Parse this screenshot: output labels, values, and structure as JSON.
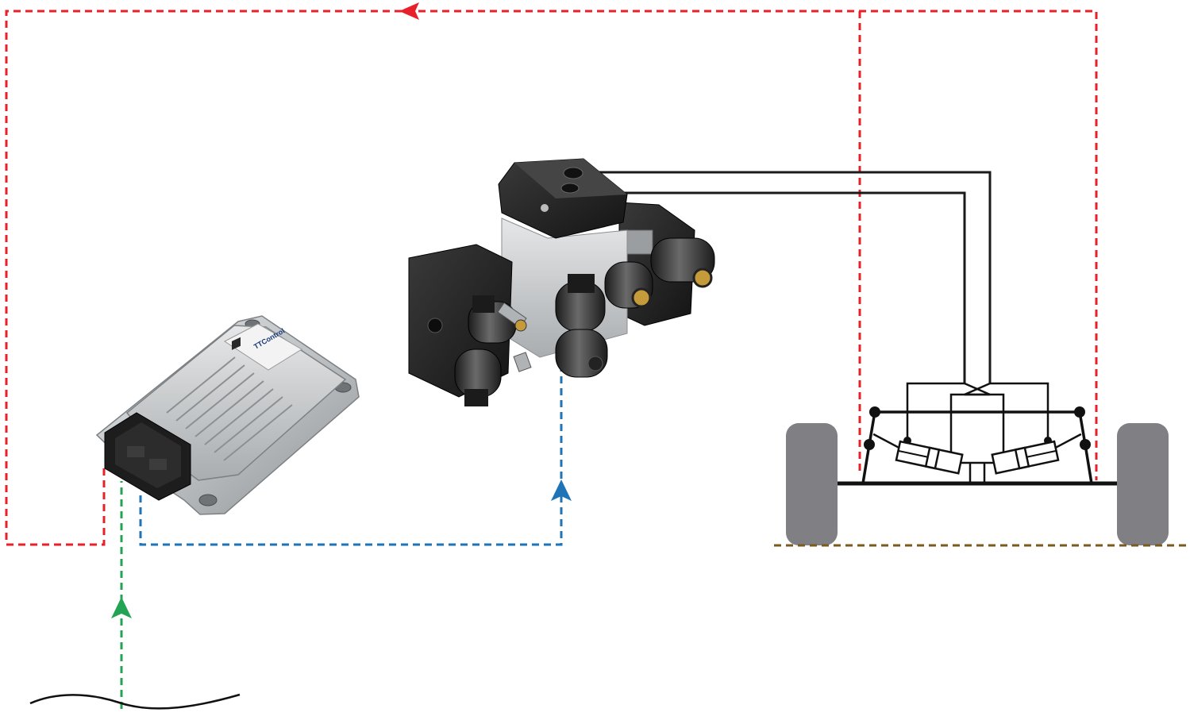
{
  "components": {
    "controller": {
      "name": "electronic-control-unit",
      "label_text": "TTControl",
      "connector": "black-connector"
    },
    "valve_block": {
      "name": "hydraulic-valve-block"
    },
    "chassis": {
      "name": "axle-with-hydraulic-cylinders"
    },
    "sensor_wave": {
      "name": "input-signal-wave"
    }
  },
  "lines": {
    "feedback": {
      "color": "#e8202a",
      "style": "dashed"
    },
    "command": {
      "color": "#1f73b7",
      "style": "dashed"
    },
    "input": {
      "color": "#23a455",
      "style": "dashed"
    },
    "hydraulic": {
      "color": "#1a1a1a",
      "style": "solid"
    },
    "ground": {
      "color": "#7a5a1e",
      "style": "dashed"
    }
  },
  "colors": {
    "wheel": "#808084",
    "metal": "#c9ccce",
    "metal_dark": "#9ea2a5",
    "block": "#232323",
    "coil": "#3a3a3a"
  }
}
